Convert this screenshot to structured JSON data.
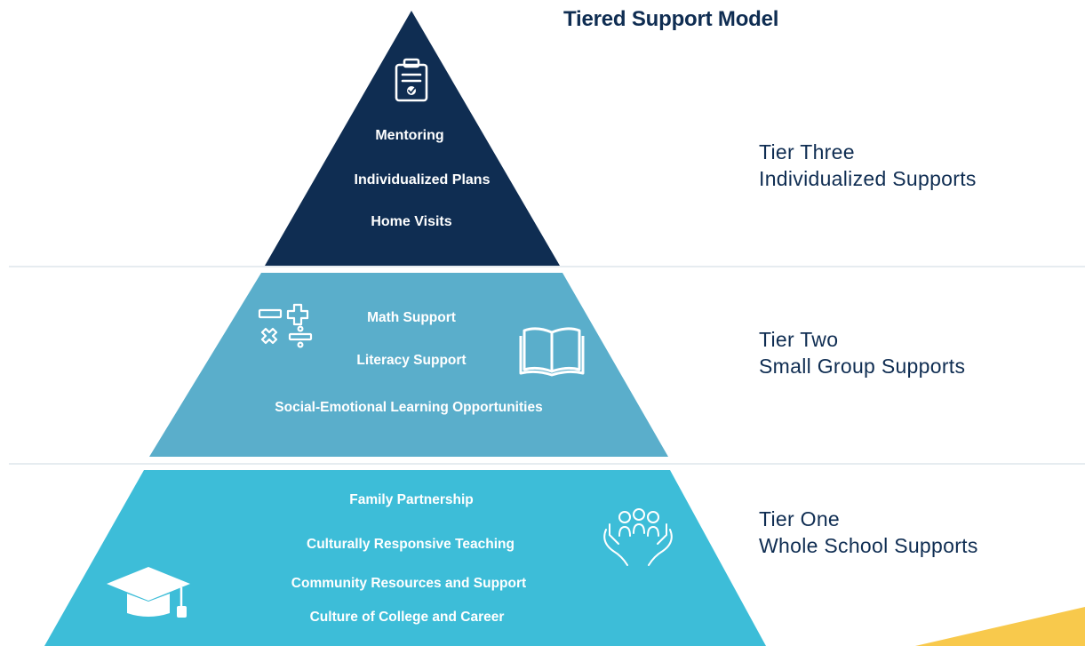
{
  "title": "Tiered Support Model",
  "colors": {
    "tier3": "#0f2d52",
    "tier2": "#5aaecb",
    "tier1": "#3dbdd8",
    "label": "#0f2d52",
    "divider": "#e6ecf0",
    "accent": "#f8c94c"
  },
  "tiers": [
    {
      "name": "Tier Three",
      "subtitle": "Individualized Supports",
      "icon": "clipboard-check-icon",
      "items": [
        "Mentoring",
        "Individualized Plans",
        "Home Visits"
      ]
    },
    {
      "name": "Tier Two",
      "subtitle": "Small Group Supports",
      "icons": [
        "math-symbols-icon",
        "open-book-icon"
      ],
      "items": [
        "Math Support",
        "Literacy Support",
        "Social-Emotional Learning Opportunities"
      ]
    },
    {
      "name": "Tier One",
      "subtitle": "Whole School Supports",
      "icons": [
        "graduation-cap-icon",
        "community-hands-icon"
      ],
      "items": [
        "Family Partnership",
        "Culturally Responsive Teaching",
        "Community Resources and Support",
        "Culture of College and Career"
      ]
    }
  ]
}
